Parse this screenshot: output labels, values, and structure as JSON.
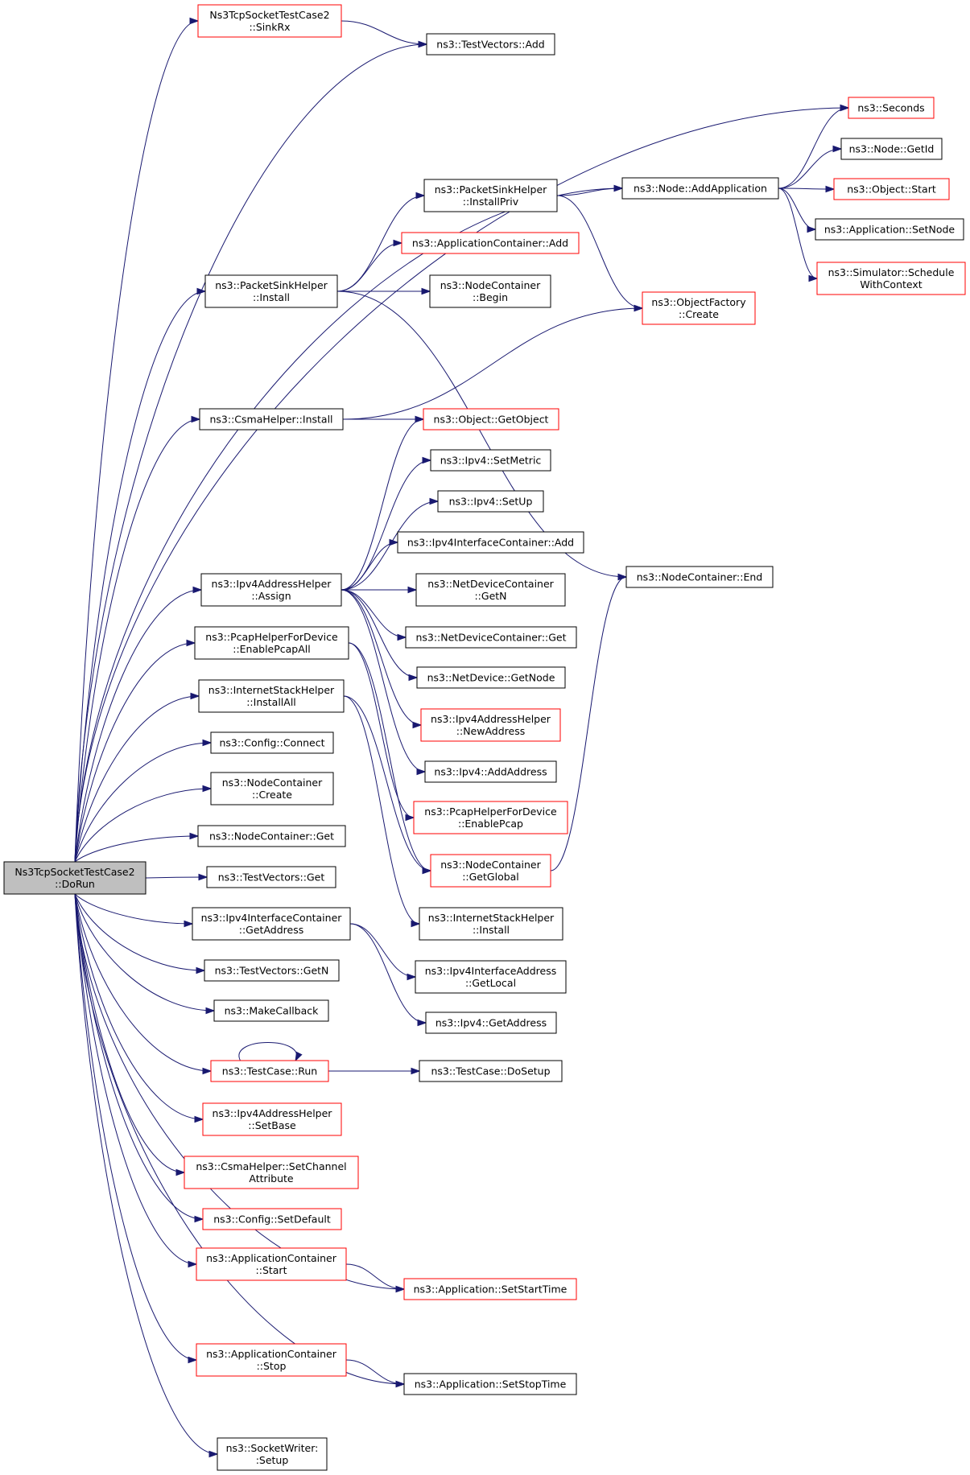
{
  "colors": {
    "edge": "#191970",
    "border_normal": "#000000",
    "border_incomplete": "#ff0000",
    "fill_normal": "#ffffff",
    "fill_root": "#bfbfbf"
  },
  "nodes": [
    {
      "id": "root",
      "lines": [
        "Ns3TcpSocketTestCase2",
        "::DoRun"
      ],
      "style": "root"
    },
    {
      "id": "sinkrx",
      "lines": [
        "Ns3TcpSocketTestCase2",
        "::SinkRx"
      ],
      "style": "red"
    },
    {
      "id": "tvadd",
      "lines": [
        "ns3::TestVectors::Add"
      ],
      "style": "normal"
    },
    {
      "id": "seconds",
      "lines": [
        "ns3::Seconds"
      ],
      "style": "red"
    },
    {
      "id": "nodegetid",
      "lines": [
        "ns3::Node::GetId"
      ],
      "style": "normal"
    },
    {
      "id": "addapp",
      "lines": [
        "ns3::Node::AddApplication"
      ],
      "style": "normal"
    },
    {
      "id": "objstart",
      "lines": [
        "ns3::Object::Start"
      ],
      "style": "red"
    },
    {
      "id": "installpriv",
      "lines": [
        "ns3::PacketSinkHelper",
        "::InstallPriv"
      ],
      "style": "normal"
    },
    {
      "id": "appsetnode",
      "lines": [
        "ns3::Application::SetNode"
      ],
      "style": "normal"
    },
    {
      "id": "appcontadd",
      "lines": [
        "ns3::ApplicationContainer::Add"
      ],
      "style": "red"
    },
    {
      "id": "schedctx",
      "lines": [
        "ns3::Simulator::Schedule",
        "WithContext"
      ],
      "style": "red"
    },
    {
      "id": "psinstall",
      "lines": [
        "ns3::PacketSinkHelper",
        "::Install"
      ],
      "style": "normal"
    },
    {
      "id": "ncbegin",
      "lines": [
        "ns3::NodeContainer",
        "::Begin"
      ],
      "style": "normal"
    },
    {
      "id": "objfactory",
      "lines": [
        "ns3::ObjectFactory",
        "::Create"
      ],
      "style": "red"
    },
    {
      "id": "csmainstall",
      "lines": [
        "ns3::CsmaHelper::Install"
      ],
      "style": "normal"
    },
    {
      "id": "getobject",
      "lines": [
        "ns3::Object::GetObject"
      ],
      "style": "red"
    },
    {
      "id": "setmetric",
      "lines": [
        "ns3::Ipv4::SetMetric"
      ],
      "style": "normal"
    },
    {
      "id": "setup",
      "lines": [
        "ns3::Ipv4::SetUp"
      ],
      "style": "normal"
    },
    {
      "id": "iicadd",
      "lines": [
        "ns3::Ipv4InterfaceContainer::Add"
      ],
      "style": "normal"
    },
    {
      "id": "ncend",
      "lines": [
        "ns3::NodeContainer::End"
      ],
      "style": "normal"
    },
    {
      "id": "assign",
      "lines": [
        "ns3::Ipv4AddressHelper",
        "::Assign"
      ],
      "style": "normal"
    },
    {
      "id": "ndcgetn",
      "lines": [
        "ns3::NetDeviceContainer",
        "::GetN"
      ],
      "style": "normal"
    },
    {
      "id": "pcapall",
      "lines": [
        "ns3::PcapHelperForDevice",
        "::EnablePcapAll"
      ],
      "style": "normal"
    },
    {
      "id": "ndcget",
      "lines": [
        "ns3::NetDeviceContainer::Get"
      ],
      "style": "normal"
    },
    {
      "id": "ndgetnode",
      "lines": [
        "ns3::NetDevice::GetNode"
      ],
      "style": "normal"
    },
    {
      "id": "installall",
      "lines": [
        "ns3::InternetStackHelper",
        "::InstallAll"
      ],
      "style": "normal"
    },
    {
      "id": "newaddress",
      "lines": [
        "ns3::Ipv4AddressHelper",
        "::NewAddress"
      ],
      "style": "red"
    },
    {
      "id": "cfgconnect",
      "lines": [
        "ns3::Config::Connect"
      ],
      "style": "normal"
    },
    {
      "id": "addaddress",
      "lines": [
        "ns3::Ipv4::AddAddress"
      ],
      "style": "normal"
    },
    {
      "id": "nccreate",
      "lines": [
        "ns3::NodeContainer",
        "::Create"
      ],
      "style": "normal"
    },
    {
      "id": "enablepcap",
      "lines": [
        "ns3::PcapHelperForDevice",
        "::EnablePcap"
      ],
      "style": "red"
    },
    {
      "id": "ncget",
      "lines": [
        "ns3::NodeContainer::Get"
      ],
      "style": "normal"
    },
    {
      "id": "ncgetglobal",
      "lines": [
        "ns3::NodeContainer",
        "::GetGlobal"
      ],
      "style": "red"
    },
    {
      "id": "tvget",
      "lines": [
        "ns3::TestVectors::Get"
      ],
      "style": "normal"
    },
    {
      "id": "iicgetaddr",
      "lines": [
        "ns3::Ipv4InterfaceContainer",
        "::GetAddress"
      ],
      "style": "normal"
    },
    {
      "id": "ishinstall",
      "lines": [
        "ns3::InternetStackHelper",
        "::Install"
      ],
      "style": "normal"
    },
    {
      "id": "getlocal",
      "lines": [
        "ns3::Ipv4InterfaceAddress",
        "::GetLocal"
      ],
      "style": "normal"
    },
    {
      "id": "tvgetn",
      "lines": [
        "ns3::TestVectors::GetN"
      ],
      "style": "normal"
    },
    {
      "id": "makecb",
      "lines": [
        "ns3::MakeCallback"
      ],
      "style": "normal"
    },
    {
      "id": "ipv4getaddr",
      "lines": [
        "ns3::Ipv4::GetAddress"
      ],
      "style": "normal"
    },
    {
      "id": "tcrun",
      "lines": [
        "ns3::TestCase::Run"
      ],
      "style": "red"
    },
    {
      "id": "tcdosetup",
      "lines": [
        "ns3::TestCase::DoSetup"
      ],
      "style": "normal"
    },
    {
      "id": "setbase",
      "lines": [
        "ns3::Ipv4AddressHelper",
        "::SetBase"
      ],
      "style": "red"
    },
    {
      "id": "setchanattr",
      "lines": [
        "ns3::CsmaHelper::SetChannel",
        "Attribute"
      ],
      "style": "red"
    },
    {
      "id": "cfgsetdefault",
      "lines": [
        "ns3::Config::SetDefault"
      ],
      "style": "red"
    },
    {
      "id": "acstart",
      "lines": [
        "ns3::ApplicationContainer",
        "::Start"
      ],
      "style": "red"
    },
    {
      "id": "setstarttime",
      "lines": [
        "ns3::Application::SetStartTime"
      ],
      "style": "red"
    },
    {
      "id": "acstop",
      "lines": [
        "ns3::ApplicationContainer",
        "::Stop"
      ],
      "style": "red"
    },
    {
      "id": "setstoptime",
      "lines": [
        "ns3::Application::SetStopTime"
      ],
      "style": "normal"
    },
    {
      "id": "sockwriter",
      "lines": [
        "ns3::SocketWriter:",
        ":Setup"
      ],
      "style": "normal"
    }
  ],
  "edges": [
    [
      "root",
      "sinkrx"
    ],
    [
      "root",
      "tvadd"
    ],
    [
      "sinkrx",
      "tvadd"
    ],
    [
      "root",
      "seconds"
    ],
    [
      "root",
      "addapp"
    ],
    [
      "root",
      "psinstall"
    ],
    [
      "root",
      "csmainstall"
    ],
    [
      "root",
      "assign"
    ],
    [
      "root",
      "pcapall"
    ],
    [
      "root",
      "installall"
    ],
    [
      "root",
      "cfgconnect"
    ],
    [
      "root",
      "nccreate"
    ],
    [
      "root",
      "ncget"
    ],
    [
      "root",
      "tvget"
    ],
    [
      "root",
      "iicgetaddr"
    ],
    [
      "root",
      "tvgetn"
    ],
    [
      "root",
      "makecb"
    ],
    [
      "root",
      "tcrun"
    ],
    [
      "root",
      "setbase"
    ],
    [
      "root",
      "setchanattr"
    ],
    [
      "root",
      "cfgsetdefault"
    ],
    [
      "root",
      "acstart"
    ],
    [
      "root",
      "setstarttime"
    ],
    [
      "root",
      "acstop"
    ],
    [
      "root",
      "setstoptime"
    ],
    [
      "root",
      "sockwriter"
    ],
    [
      "addapp",
      "seconds"
    ],
    [
      "addapp",
      "nodegetid"
    ],
    [
      "addapp",
      "objstart"
    ],
    [
      "addapp",
      "appsetnode"
    ],
    [
      "addapp",
      "schedctx"
    ],
    [
      "installpriv",
      "addapp"
    ],
    [
      "installpriv",
      "objfactory"
    ],
    [
      "psinstall",
      "installpriv"
    ],
    [
      "psinstall",
      "appcontadd"
    ],
    [
      "psinstall",
      "ncbegin"
    ],
    [
      "psinstall",
      "ncend"
    ],
    [
      "csmainstall",
      "objfactory"
    ],
    [
      "csmainstall",
      "getobject"
    ],
    [
      "assign",
      "getobject"
    ],
    [
      "assign",
      "setmetric"
    ],
    [
      "assign",
      "setup"
    ],
    [
      "assign",
      "iicadd"
    ],
    [
      "assign",
      "ndcgetn"
    ],
    [
      "assign",
      "ndcget"
    ],
    [
      "assign",
      "ndgetnode"
    ],
    [
      "assign",
      "newaddress"
    ],
    [
      "assign",
      "addaddress"
    ],
    [
      "pcapall",
      "enablepcap"
    ],
    [
      "pcapall",
      "ncgetglobal"
    ],
    [
      "installall",
      "ncgetglobal"
    ],
    [
      "installall",
      "ishinstall"
    ],
    [
      "ncgetglobal",
      "ncend"
    ],
    [
      "iicgetaddr",
      "getlocal"
    ],
    [
      "iicgetaddr",
      "ipv4getaddr"
    ],
    [
      "tcrun",
      "tcrun"
    ],
    [
      "tcrun",
      "tcdosetup"
    ],
    [
      "acstart",
      "setstarttime"
    ],
    [
      "acstop",
      "setstoptime"
    ]
  ]
}
